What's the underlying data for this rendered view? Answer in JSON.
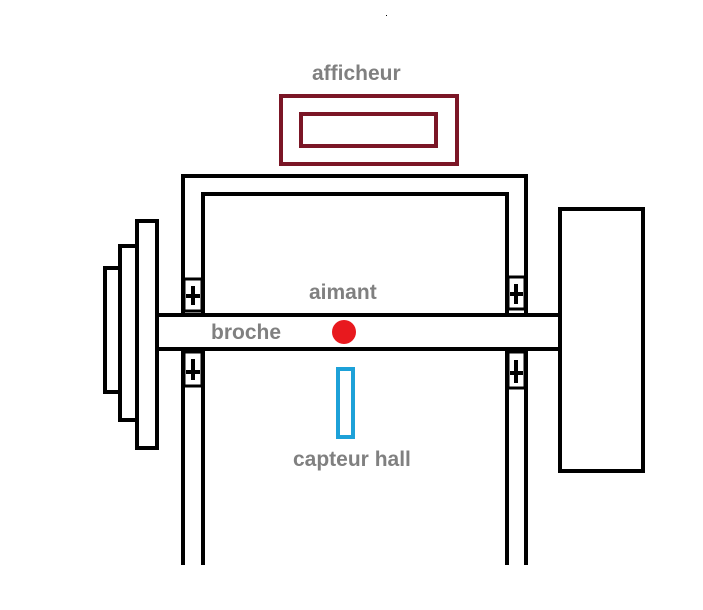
{
  "labels": {
    "display": "afficheur",
    "magnet": "aimant",
    "spindle": "broche",
    "sensor": "capteur hall"
  },
  "colors": {
    "frame": "#000000",
    "display": "#7b1626",
    "magnet": "#e8191e",
    "sensor": "#1da1d8",
    "label": "#808080"
  }
}
